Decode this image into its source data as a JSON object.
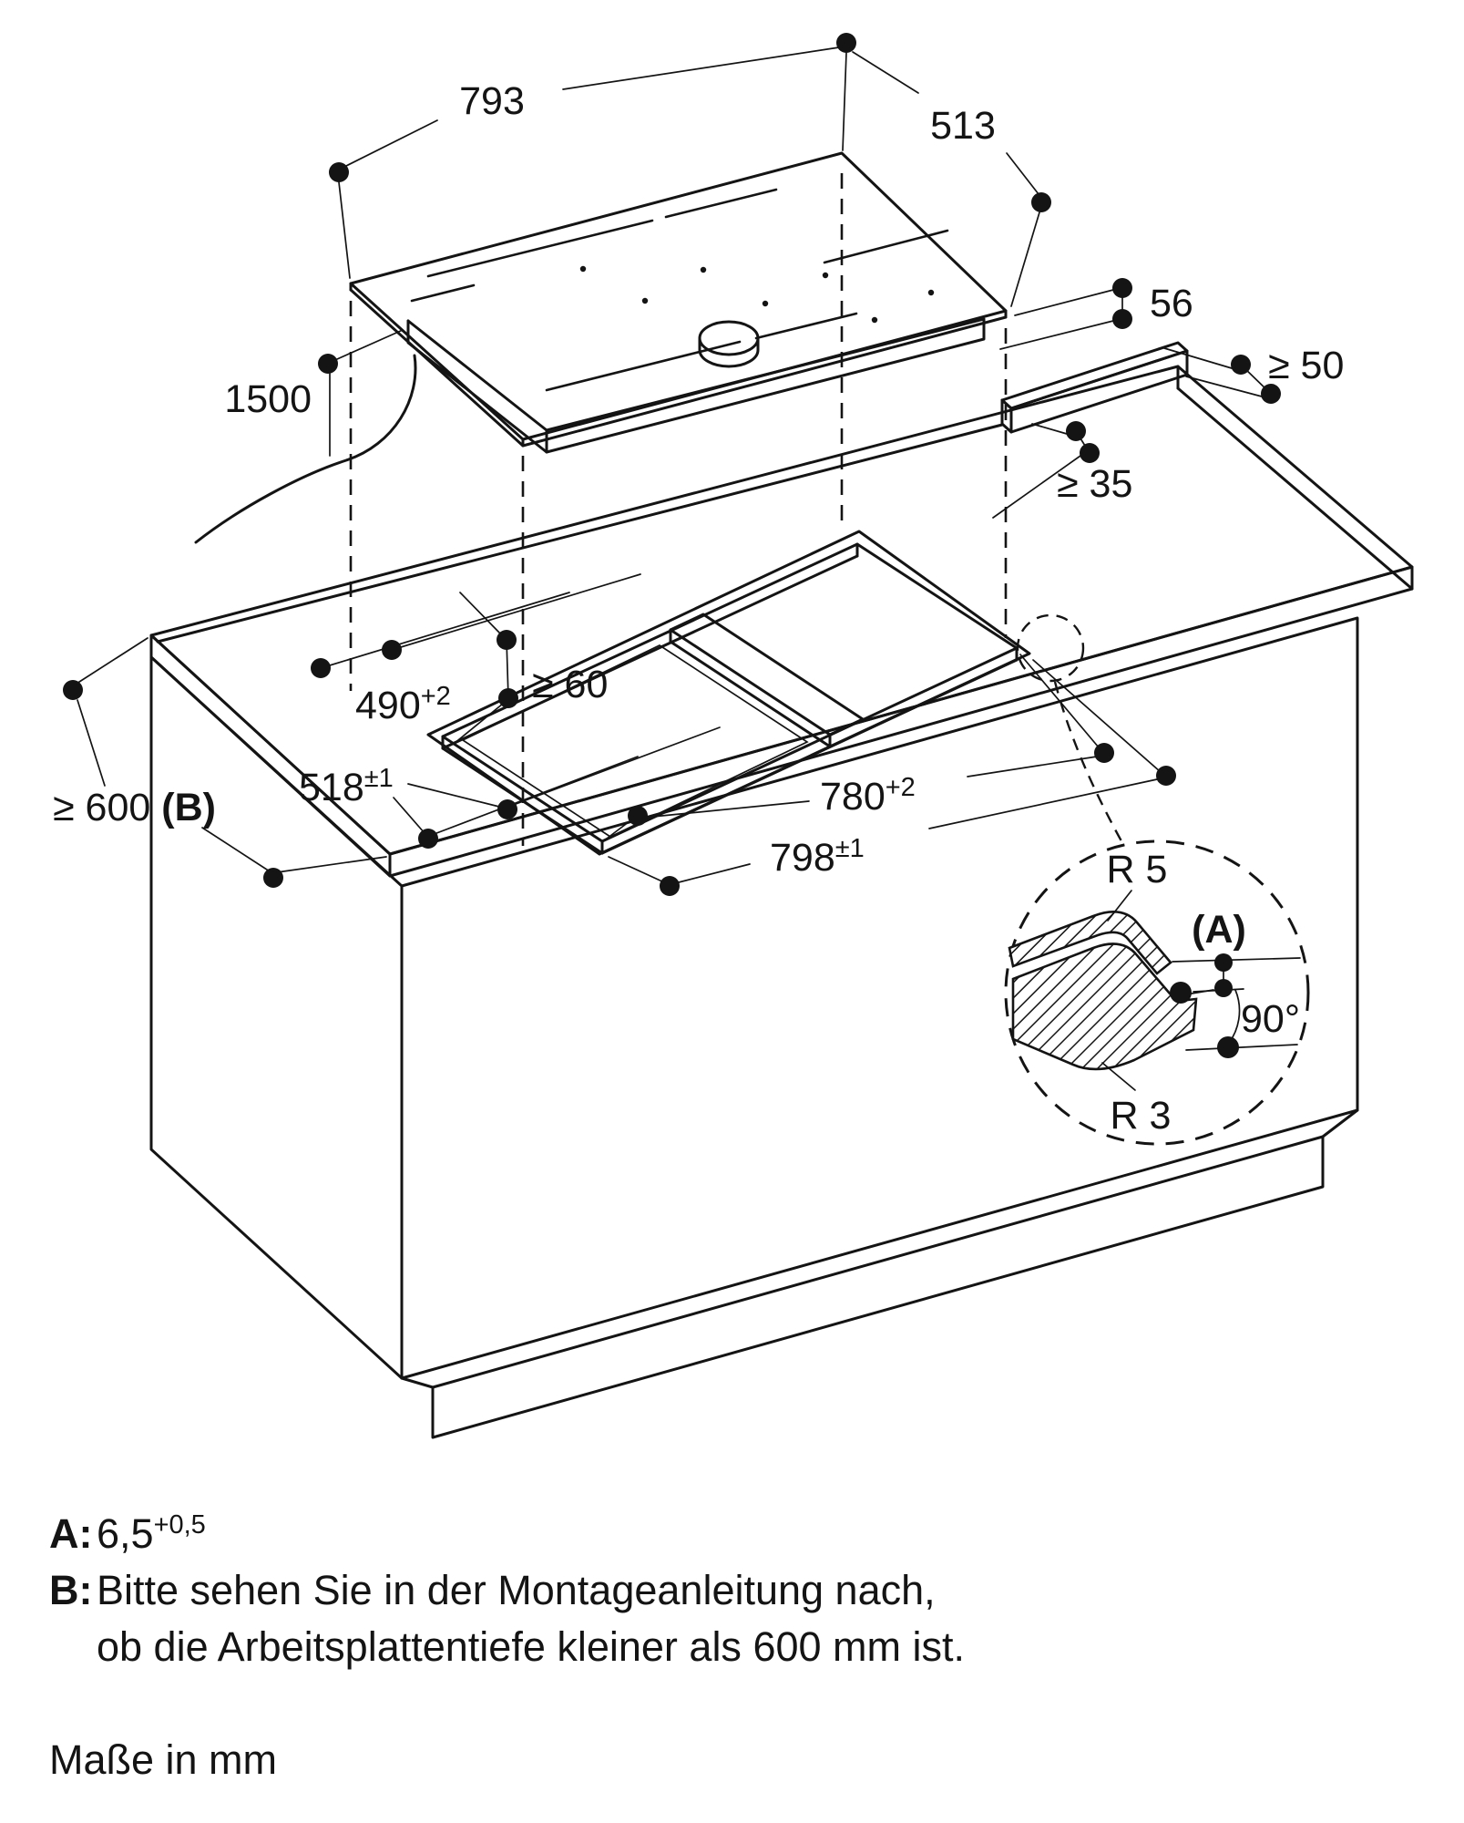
{
  "diagram": {
    "dims": {
      "hob_width": {
        "text": "793"
      },
      "hob_depth": {
        "text": "513"
      },
      "hob_height": {
        "text": "56"
      },
      "rear_gap_wall": {
        "text": "≥ 50"
      },
      "rear_gap_cutout": {
        "text": "≥ 35"
      },
      "cable_length": {
        "text": "1500"
      },
      "cutout_depth": {
        "base": "490",
        "sup": "+2"
      },
      "web_width": {
        "text": "≥ 60"
      },
      "recess_depth": {
        "base": "518",
        "sup": "±1"
      },
      "cutout_width": {
        "base": "780",
        "sup": "+2"
      },
      "recess_width": {
        "base": "798",
        "sup": "±1"
      },
      "worktop_depth": {
        "base": "≥ 600 ",
        "bold": "(B)"
      },
      "radius_top": {
        "text": "R 5"
      },
      "ref_a": {
        "text": "(A)"
      },
      "angle": {
        "text": "90°"
      },
      "radius_bottom": {
        "text": "R 3"
      }
    },
    "notes": {
      "a_label": "A:",
      "a_value": "6,5",
      "a_sup": "+0,5",
      "b_label": "B:",
      "b_line1": "Bitte sehen Sie in der Montageanleitung nach,",
      "b_line2": "ob die Arbeitsplattentiefe kleiner als 600 mm ist.",
      "units": "Maße in mm"
    }
  }
}
